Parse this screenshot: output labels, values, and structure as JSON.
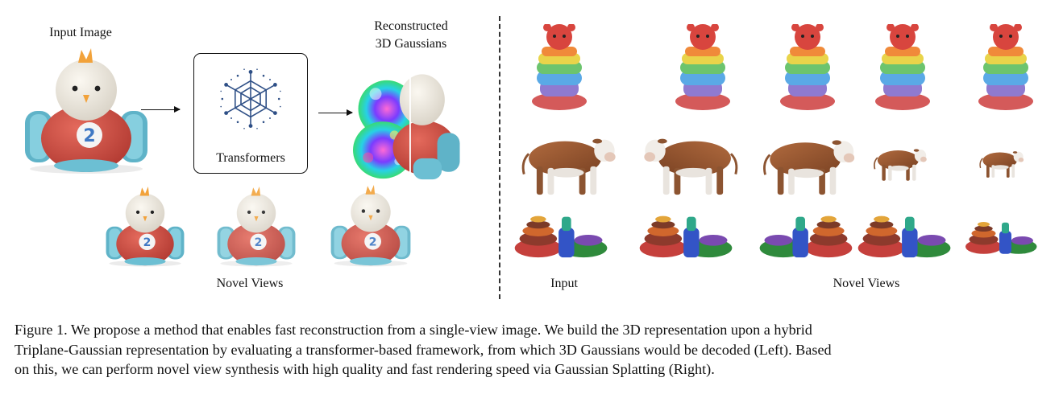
{
  "figure": {
    "labels": {
      "input_image": "Input Image",
      "transformers": "Transformers",
      "reconstructed_line1": "Reconstructed",
      "reconstructed_line2": "3D Gaussians",
      "novel_views_left": "Novel Views",
      "input_right": "Input",
      "novel_views_right": "Novel Views"
    },
    "caption": {
      "line1": "Figure 1. We propose a method that enables fast reconstruction from a single-view image. We build the 3D representation upon a hybrid",
      "line2": "Triplane-Gaussian representation by evaluating a transformer-based framework, from which 3D Gaussians would be decoded (Left). Based",
      "line3": "on this, we can perform novel view synthesis with high quality and fast rendering speed via Gaussian Splatting (Right)."
    },
    "icons": {
      "toy_car": "chick-toy-car-render",
      "transformer": "transformer-network-icon",
      "gaussians": "gaussian-splat-render",
      "bear_toy": "bear-stacking-toy-render",
      "cow": "cow-render",
      "ring_stack": "ring-stacking-toy-render"
    },
    "colors": {
      "car_red": "#c8423a",
      "tire_blue": "#6cbfd3",
      "chick_white": "#efeae0",
      "comb_orange": "#f2a23a",
      "network_blue": "#2e4f86",
      "cow_brown": "#9a5a34"
    }
  }
}
